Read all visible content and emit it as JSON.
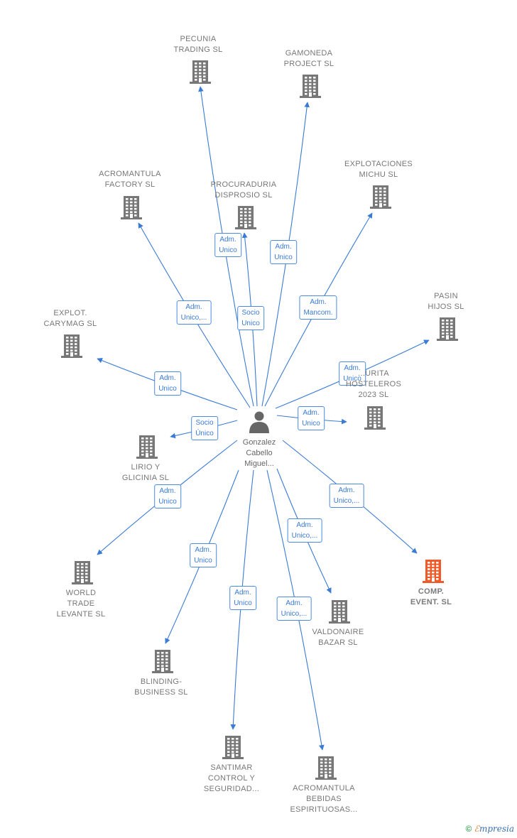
{
  "person": {
    "name_lines": [
      "Gonzalez",
      "Cabello",
      "Miguel..."
    ]
  },
  "companies": [
    {
      "id": "pecunia",
      "lines": [
        "PECUNIA",
        "TRADING  SL"
      ],
      "highlight": false
    },
    {
      "id": "gamoneda",
      "lines": [
        "GAMONEDA",
        "PROJECT  SL"
      ],
      "highlight": false
    },
    {
      "id": "acromantula-factory",
      "lines": [
        "ACROMANTULA",
        "FACTORY  SL"
      ],
      "highlight": false
    },
    {
      "id": "procuraduria",
      "lines": [
        "PROCURADURIA",
        "DISPROSIO  SL"
      ],
      "highlight": false
    },
    {
      "id": "explotaciones-michu",
      "lines": [
        "EXPLOTACIONES",
        "MICHU SL"
      ],
      "highlight": false
    },
    {
      "id": "pasin",
      "lines": [
        "PASIN",
        "HIJOS SL"
      ],
      "highlight": false
    },
    {
      "id": "explot-carymag",
      "lines": [
        "EXPLOT.",
        "CARYMAG SL"
      ],
      "highlight": false
    },
    {
      "id": "seguridad-hosteleros",
      "lines": [
        "...URITA",
        "HOSTELEROS",
        "2023  SL"
      ],
      "highlight": false
    },
    {
      "id": "lirio",
      "lines": [
        "LIRIO Y",
        "GLICINIA  SL"
      ],
      "highlight": false
    },
    {
      "id": "world-trade",
      "lines": [
        "WORLD",
        "TRADE",
        "LEVANTE  SL"
      ],
      "highlight": false
    },
    {
      "id": "comp-event",
      "lines": [
        "COMP.",
        "EVENT.  SL"
      ],
      "highlight": true
    },
    {
      "id": "valdonaire",
      "lines": [
        "VALDONAIRE",
        "BAZAR  SL"
      ],
      "highlight": false
    },
    {
      "id": "blinding",
      "lines": [
        "BLINDING-",
        "BUSINESS  SL"
      ],
      "highlight": false
    },
    {
      "id": "santimar",
      "lines": [
        "SANTIMAR",
        "CONTROL Y",
        "SEGURIDAD..."
      ],
      "highlight": false
    },
    {
      "id": "acromantula-bebidas",
      "lines": [
        "ACROMANTULA",
        "BEBIDAS",
        "ESPIRITUOSAS..."
      ],
      "highlight": false
    }
  ],
  "relations": [
    {
      "target": "pecunia",
      "label_lines": [
        "Adm.",
        "Unico"
      ]
    },
    {
      "target": "gamoneda",
      "label_lines": [
        "Adm.",
        "Unico"
      ]
    },
    {
      "target": "acromantula-factory",
      "label_lines": [
        "Adm.",
        "Unico,..."
      ]
    },
    {
      "target": "procuraduria",
      "label_lines": [
        "Socio",
        "Unico"
      ]
    },
    {
      "target": "explotaciones-michu",
      "label_lines": [
        "Adm.",
        "Mancom."
      ]
    },
    {
      "target": "pasin",
      "label_lines": [
        "Adm.",
        "Unico"
      ]
    },
    {
      "target": "explot-carymag",
      "label_lines": [
        "Adm.",
        "Unico"
      ]
    },
    {
      "target": "seguridad-hosteleros",
      "label_lines": [
        "Adm.",
        "Unico"
      ]
    },
    {
      "target": "lirio",
      "label_lines": [
        "Socio",
        "Único"
      ]
    },
    {
      "target": "world-trade",
      "label_lines": [
        "Adm.",
        "Unico"
      ]
    },
    {
      "target": "comp-event",
      "label_lines": [
        "Adm.",
        "Unico,..."
      ]
    },
    {
      "target": "valdonaire",
      "label_lines": [
        "Adm.",
        "Unico,..."
      ]
    },
    {
      "target": "blinding",
      "label_lines": [
        "Adm.",
        "Unico"
      ]
    },
    {
      "target": "santimar",
      "label_lines": [
        "Adm.",
        "Unico"
      ]
    },
    {
      "target": "acromantula-bebidas",
      "label_lines": [
        "Adm.",
        "Unico,..."
      ]
    }
  ],
  "colors": {
    "edge": "#3a7bd5",
    "building": "#777777",
    "building_highlight": "#f05a28",
    "person": "#666666"
  },
  "footer": {
    "copyright": "©",
    "brand_first": "ℰ",
    "brand_rest": "mpresia"
  }
}
